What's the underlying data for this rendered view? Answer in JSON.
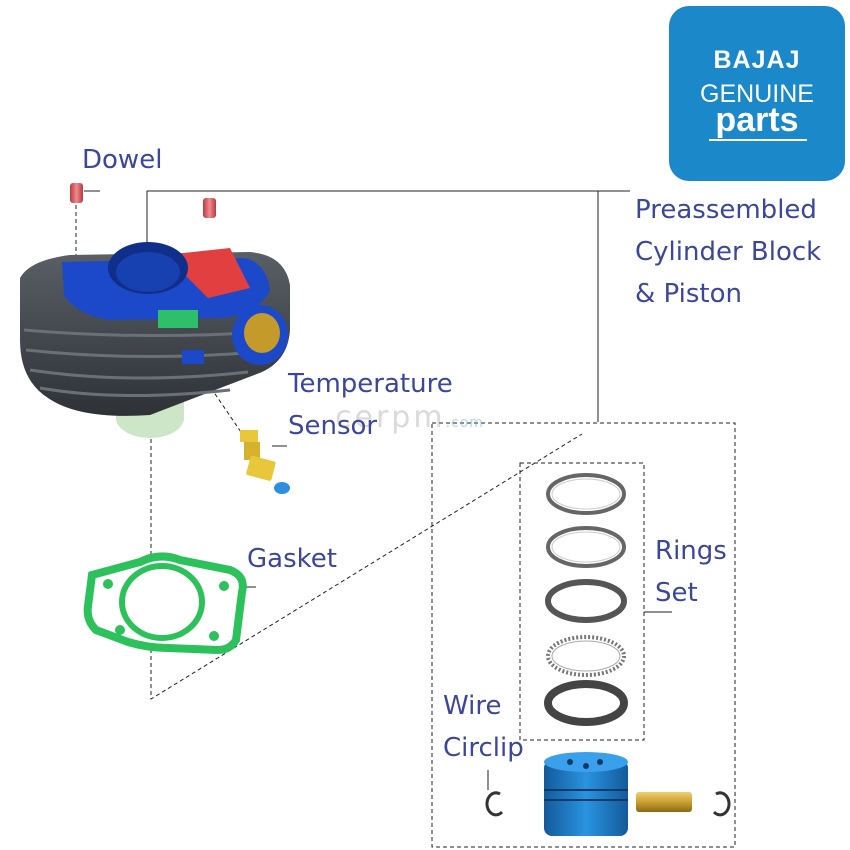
{
  "logo": {
    "brand": "BAJAJ",
    "line2": "GENUINE",
    "line3": "parts",
    "bg_color": "#1a88c9"
  },
  "watermark": {
    "main": "cerpm",
    "suffix": ".com"
  },
  "labels": {
    "dowel": "Dowel",
    "preassembled_1": "Preassembled",
    "preassembled_2": "Cylinder Block",
    "preassembled_3": "& Piston",
    "temp_1": "Temperature",
    "temp_2": "Sensor",
    "gasket": "Gasket",
    "rings_1": "Rings",
    "rings_2": "Set",
    "wire_1": "Wire",
    "wire_2": "Circlip"
  },
  "colors": {
    "label_text": "#3c4799",
    "cylinder_body": "#3d4146",
    "cylinder_head": "#1c49c9",
    "dowel": "#e5676b",
    "gasket": "#2cc15a",
    "piston": "#1f7fc8",
    "pin": "#c9a030",
    "sensor": "#e8c83a",
    "exhaust_port": "#c49a2a",
    "reed_flap": "#e24040"
  },
  "icons": [
    "dowel-icon",
    "cylinder-block-icon",
    "temperature-sensor-icon",
    "gasket-icon",
    "piston-ring-icon",
    "piston-icon",
    "wrist-pin-icon",
    "circlip-icon"
  ]
}
